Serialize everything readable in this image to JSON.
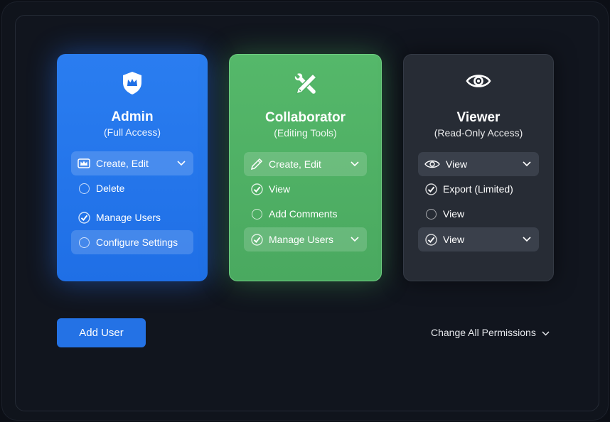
{
  "cards": [
    {
      "id": "admin",
      "icon": "shield-crown-icon",
      "title": "Admin",
      "subtitle": "(Full Access)",
      "accent": "#1f6fe6",
      "rows": [
        {
          "label": "Create, Edit",
          "icon": "crown-icon",
          "highlighted": true,
          "dropdown": true
        },
        {
          "label": "Delete",
          "icon": "radio-unchecked",
          "highlighted": false,
          "dropdown": false
        },
        {
          "label": "Manage Users",
          "icon": "check-circle",
          "highlighted": false,
          "dropdown": false
        },
        {
          "label": "Configure Settings",
          "icon": "radio-unchecked",
          "highlighted": true,
          "dropdown": false
        }
      ]
    },
    {
      "id": "collaborator",
      "icon": "tools-icon",
      "title": "Collaborator",
      "subtitle": "(Editing Tools)",
      "accent": "#4fb065",
      "rows": [
        {
          "label": "Create, Edit",
          "icon": "pencil-icon",
          "highlighted": true,
          "dropdown": true
        },
        {
          "label": "View",
          "icon": "check-circle",
          "highlighted": false,
          "dropdown": false
        },
        {
          "label": "Add Comments",
          "icon": "radio-unchecked",
          "highlighted": false,
          "dropdown": false
        },
        {
          "label": "Manage Users",
          "icon": "check-circle",
          "highlighted": true,
          "dropdown": true
        }
      ]
    },
    {
      "id": "viewer",
      "icon": "eye-icon",
      "title": "Viewer",
      "subtitle": "(Read-Only Access)",
      "accent": "#272c35",
      "rows": [
        {
          "label": "View",
          "icon": "eye-icon",
          "highlighted": true,
          "dropdown": true
        },
        {
          "label": "Export (Limited)",
          "icon": "check-circle",
          "highlighted": false,
          "dropdown": false
        },
        {
          "label": "View",
          "icon": "radio-unchecked",
          "highlighted": false,
          "dropdown": false
        },
        {
          "label": "View",
          "icon": "check-circle",
          "highlighted": true,
          "dropdown": true
        }
      ]
    }
  ],
  "footer": {
    "add_user_label": "Add User",
    "change_all_label": "Change All Permissions"
  }
}
